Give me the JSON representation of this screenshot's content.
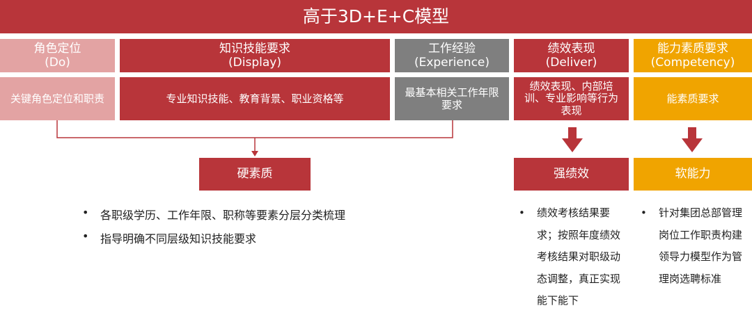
{
  "title": "高于3D+E+C模型",
  "categories": [
    {
      "name": "角色定位",
      "sub": "(Do)",
      "desc": "关键角色定位和职责"
    },
    {
      "name": "知识技能要求",
      "sub": "(Display)",
      "desc": "专业知识技能、教育背景、职业资格等"
    },
    {
      "name": "工作经验",
      "sub": "(Experience)",
      "desc": "最基本相关工作年限 要求"
    },
    {
      "name": "绩效表现",
      "sub": "(Deliver)",
      "desc": "绩效表现、内部培训、专业影响等行为表现"
    },
    {
      "name": "能力素质要求",
      "sub": "(Competency)",
      "desc": "能素质要求"
    }
  ],
  "outcomes": {
    "hard": "硬素质",
    "performance": "强绩效",
    "soft": "软能力"
  },
  "bullets_left": [
    "各职级学历、工作年限、职称等要素分层分类梳理",
    "指导明确不同层级知识技能要求"
  ],
  "bullets_perf": [
    "绩效考核结果要求；按照年度绩效考核结果对职级动态调整，真正实现能下能下"
  ],
  "bullets_soft": [
    "针对集团总部管理岗位工作职责构建领导力模型作为管理岗选聘标准"
  ],
  "bullet_symbol": "•",
  "colors": {
    "red": "#b8353a",
    "pink": "#e3a3a3",
    "gray": "#7f7f7f",
    "orange": "#f0a400"
  }
}
